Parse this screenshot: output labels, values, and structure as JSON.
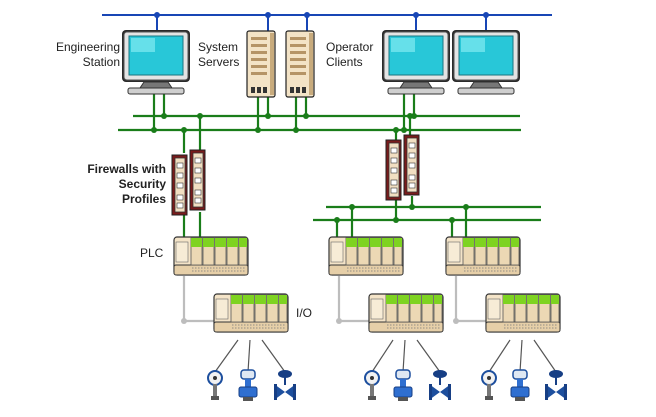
{
  "labels": {
    "engineering_station": [
      "Engineering",
      "Station"
    ],
    "system_servers": [
      "System",
      "Servers"
    ],
    "operator_clients": [
      "Operator",
      "Clients"
    ],
    "firewalls": [
      "Firewalls with",
      "Security",
      "Profiles"
    ],
    "plc": "PLC",
    "io": "I/O"
  },
  "colors": {
    "ethernet_bus": "#1846b5",
    "control_bus": "#1a7d1a",
    "io_link": "#bdbdbd",
    "module_green": "#7ed321",
    "device_blue": "#1d4f9e"
  },
  "icons": {
    "workstation": "computer-monitor-icon",
    "server": "server-tower-icon",
    "firewall": "firewall-appliance-icon",
    "plc": "plc-rack-icon",
    "io": "io-module-icon",
    "transmitter": "pressure-transmitter-icon",
    "flowmeter": "flowmeter-icon",
    "valve": "control-valve-icon"
  }
}
